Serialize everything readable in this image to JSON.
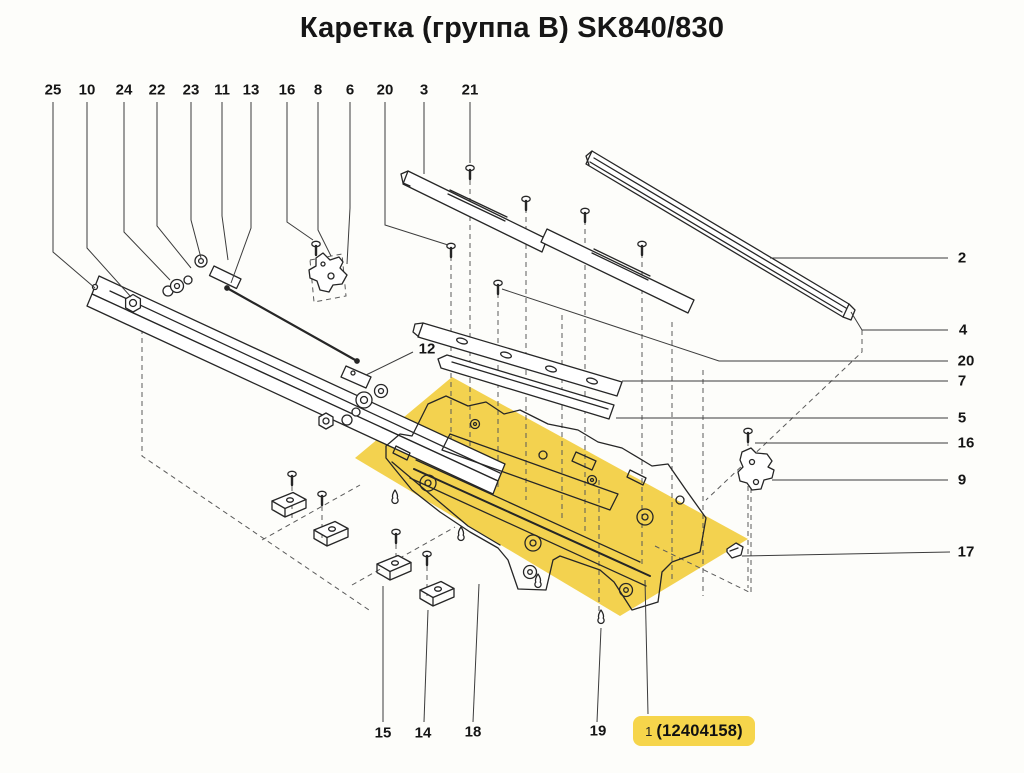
{
  "title": "Каретка (группа B) SK840/830",
  "diagram": {
    "highlight_color": "#f3d24f",
    "badge_color": "#f6d54b",
    "line_color": "#2a2a2a",
    "highlighted_part_number": "1",
    "highlighted_part_code": "(12404158)"
  },
  "callouts": {
    "top": [
      "25",
      "10",
      "24",
      "22",
      "23",
      "11",
      "13",
      "16",
      "8",
      "6",
      "20",
      "3",
      "21"
    ],
    "right": [
      "2",
      "4",
      "20",
      "7",
      "5",
      "16",
      "9",
      "17"
    ],
    "bottom": [
      "15",
      "14",
      "18",
      "19"
    ],
    "mid": [
      "12"
    ],
    "badge_num": "1",
    "badge_code": "(12404158)"
  }
}
